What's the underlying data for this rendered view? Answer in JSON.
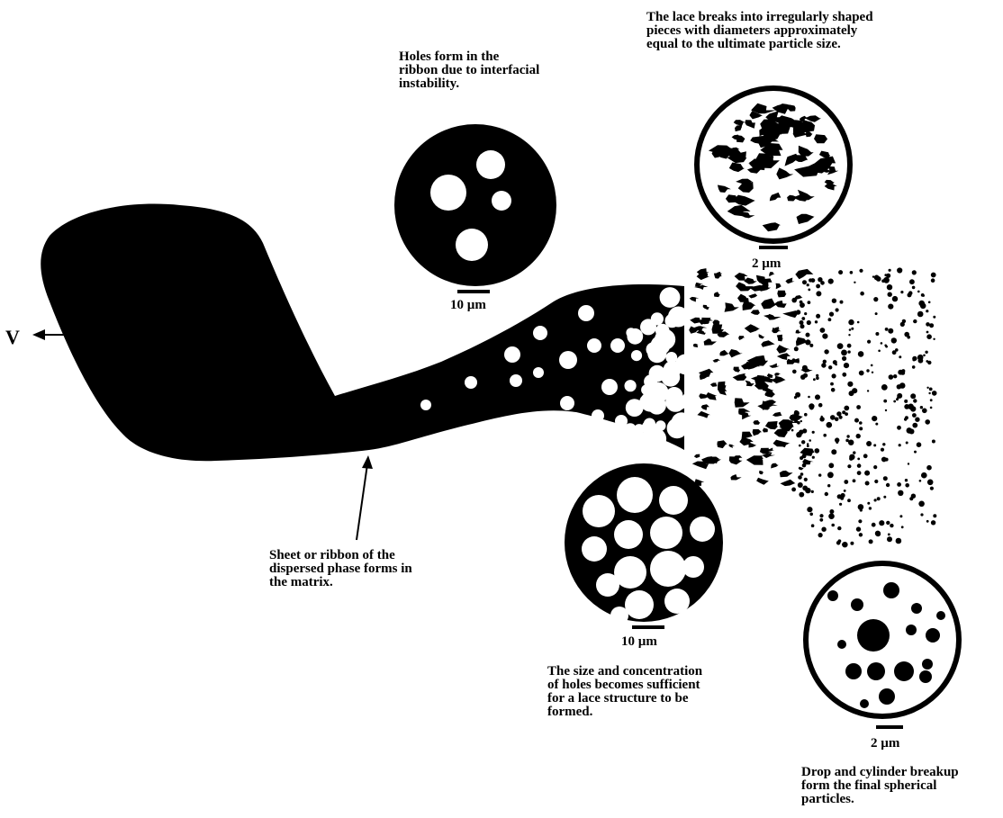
{
  "velocity_label": "V",
  "captions": {
    "holes_form": "Holes form in the\nribbon due to interfacial\ninstability.",
    "lace_breaks": "The lace breaks into irregularly shaped\npieces with diameters approximately\nequal to the ultimate particle size.",
    "sheet_forms": "Sheet or ribbon of the\ndispersed phase forms in\nthe matrix.",
    "lace_structure": "The size and concentration\nof holes becomes sufficient\nfor a lace structure to be\nformed.",
    "drop_breakup": "Drop and cylinder breakup\nform the final spherical\nparticles."
  },
  "scale_bars": {
    "holes": "10 µm",
    "lace_breaks": "2 µm",
    "lace_structure": "10 µm",
    "drops": "2 µm"
  },
  "colors": {
    "ink": "#000000",
    "paper": "#ffffff"
  }
}
